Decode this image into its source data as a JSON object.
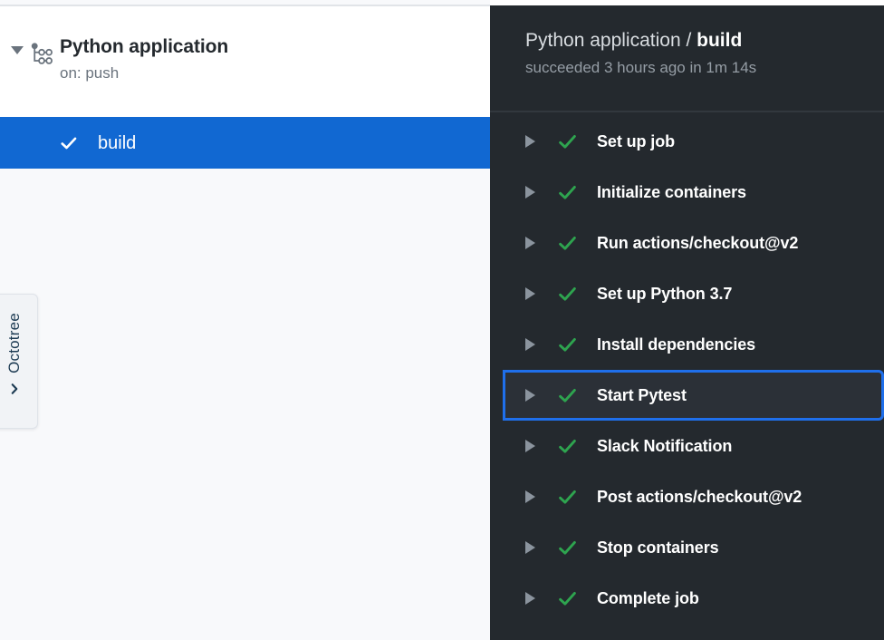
{
  "jobs_panel": {
    "workflow": {
      "icon": "workflow-nodes-icon",
      "disclosure": "triangle-down-icon",
      "title": "Python application",
      "trigger": "on: push"
    },
    "job": {
      "status_icon": "check-icon",
      "label": "build",
      "selected": true,
      "selected_color": "#1168d2"
    }
  },
  "octotree": {
    "label": "Octotree",
    "chevron_icon": "chevron-right-icon"
  },
  "steps_panel": {
    "background_color": "#24292e",
    "header": {
      "workflow_name": "Python application",
      "separator": " / ",
      "job_name": "build",
      "status_line": "succeeded 3 hours ago in 1m 14s"
    },
    "highlight_color": "#1f6feb",
    "success_color": "#2ea44f",
    "steps": [
      {
        "label": "Set up job",
        "status": "success",
        "expanded": false,
        "highlighted": false
      },
      {
        "label": "Initialize containers",
        "status": "success",
        "expanded": false,
        "highlighted": false
      },
      {
        "label": "Run actions/checkout@v2",
        "status": "success",
        "expanded": false,
        "highlighted": false
      },
      {
        "label": "Set up Python 3.7",
        "status": "success",
        "expanded": false,
        "highlighted": false
      },
      {
        "label": "Install dependencies",
        "status": "success",
        "expanded": false,
        "highlighted": false
      },
      {
        "label": "Start Pytest",
        "status": "success",
        "expanded": false,
        "highlighted": true
      },
      {
        "label": "Slack Notification",
        "status": "success",
        "expanded": false,
        "highlighted": false
      },
      {
        "label": "Post actions/checkout@v2",
        "status": "success",
        "expanded": false,
        "highlighted": false
      },
      {
        "label": "Stop containers",
        "status": "success",
        "expanded": false,
        "highlighted": false
      },
      {
        "label": "Complete job",
        "status": "success",
        "expanded": false,
        "highlighted": false
      }
    ]
  }
}
